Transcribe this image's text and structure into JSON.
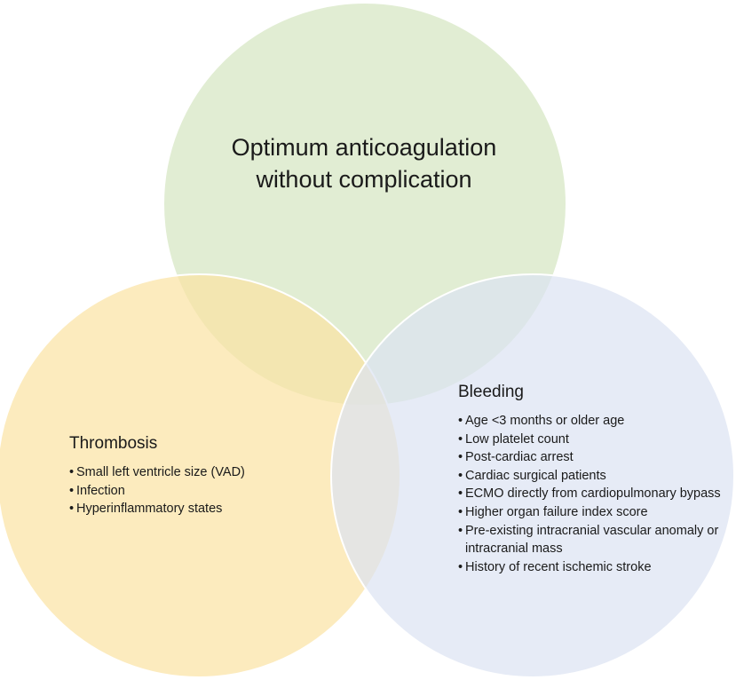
{
  "colors": {
    "top_circle": "#d9e8c8",
    "left_circle": "#fbe3a3",
    "right_circle": "#dbe2f2",
    "stroke": "#ffffff"
  },
  "top": {
    "title_lines": [
      "Optimum anticoagulation",
      "without complication"
    ]
  },
  "thrombosis": {
    "heading": "Thrombosis",
    "items": [
      "Small left ventricle size (VAD)",
      "Infection",
      "Hyperinflammatory states"
    ]
  },
  "bleeding": {
    "heading": "Bleeding",
    "items": [
      "Age <3 months or older age",
      "Low platelet count",
      "Post-cardiac arrest",
      "Cardiac surgical patients",
      "ECMO directly from cardiopulmonary bypass",
      "Higher organ failure index score",
      "Pre-existing intracranial vascular anomaly or intracranial mass",
      "History of recent ischemic stroke"
    ]
  }
}
